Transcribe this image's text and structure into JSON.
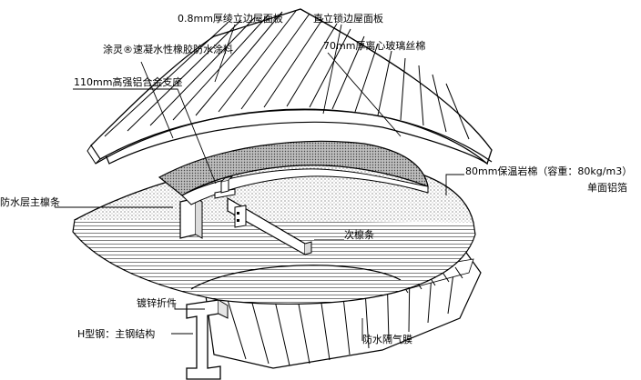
{
  "labels": {
    "panel_thickness": "0.8mm厚绫立边屋面板",
    "standing_seam_panel": "直立锁边屋面板",
    "coating": "涂灵®速凝水性橡胶防水涂料",
    "glass_wool": "70mm厚离心玻璃丝棉",
    "aluminum_bracket": "110mm高强铝合金支座",
    "rock_wool": "80mm保温岩棉（容重：80kg/m3）",
    "aluminum_foil": "单面铝箔",
    "waterproof_purlin": "防水层主檩条",
    "secondary_purlin": "次檩条",
    "galvanized_part": "镀锌折件",
    "h_steel": "H型钢：主钢结构",
    "vapor_barrier": "防水隔气膜"
  },
  "colors": {
    "line": "#000000",
    "background": "#ffffff",
    "insulation": "#d0d0d0",
    "fill_light": "#f2f2f2"
  }
}
